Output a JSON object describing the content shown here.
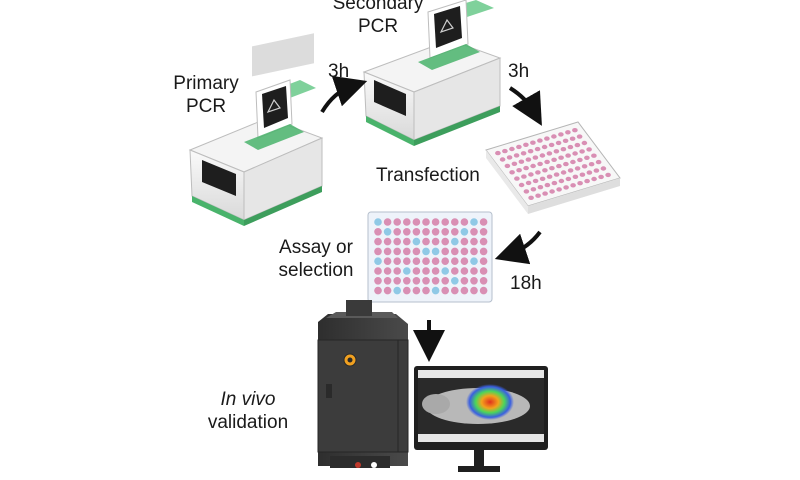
{
  "steps": {
    "primary_pcr": {
      "line1": "Primary",
      "line2": "PCR"
    },
    "secondary_pcr": {
      "line1": "Secondary",
      "line2": "PCR"
    },
    "transfection": {
      "label": "Transfection"
    },
    "assay": {
      "line1": "Assay or",
      "line2": "selection"
    },
    "in_vivo": {
      "line1": "In vivo",
      "line2": "validation"
    }
  },
  "durations": {
    "primary_to_secondary": "3h",
    "secondary_to_transfection": "3h",
    "transfection_to_assay": "18h"
  },
  "colors": {
    "thermocycler_body": "#ececec",
    "thermocycler_accent": "#49b36b",
    "lid_screen": "#1e1e1e",
    "plate_well_pink": "#d98fb4",
    "plate_well_blue": "#8fc9e6",
    "imager_body": "#3a3a3a",
    "monitor_screen": "#1f1f1f",
    "arrow": "#111111"
  },
  "icons": [
    "thermocycler-icon",
    "well-plate-icon",
    "in-vivo-imager-icon",
    "monitor-icon",
    "arrow-icon"
  ]
}
